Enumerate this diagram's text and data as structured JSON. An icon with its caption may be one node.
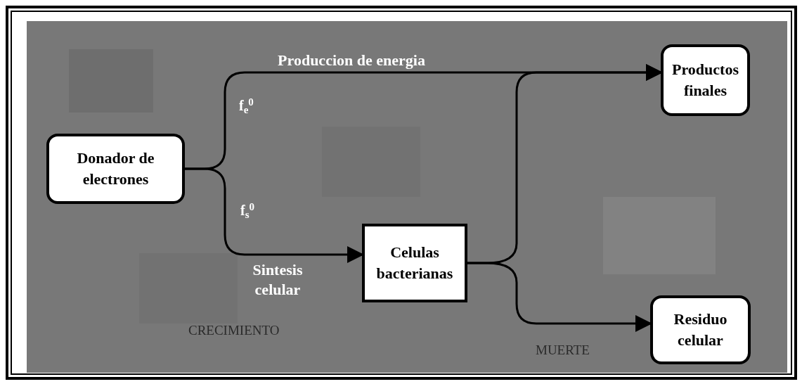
{
  "diagram": {
    "nodes": [
      {
        "text": [
          "Donador de electrones"
        ]
      },
      {
        "text": [
          "Productos finales"
        ]
      },
      {
        "text": [
          "Celulas bacterianas"
        ]
      },
      {
        "text": [
          "Residuo celular"
        ]
      }
    ],
    "edges": [
      {
        "from": 0,
        "to": 1,
        "arrow": "to",
        "label": "Produccion de energia"
      },
      {
        "from": 0,
        "to": 2,
        "arrow": "to",
        "label": "Sintesis celular"
      },
      {
        "from": 2,
        "to": 1,
        "arrow": "to"
      },
      {
        "from": 2,
        "to": 3,
        "arrow": "to"
      }
    ],
    "labels": [
      "f$_{e}$$^{0}$",
      "f$_{s}$$^{0}$",
      "CRECIMIENTO",
      "MUERTE"
    ]
  }
}
